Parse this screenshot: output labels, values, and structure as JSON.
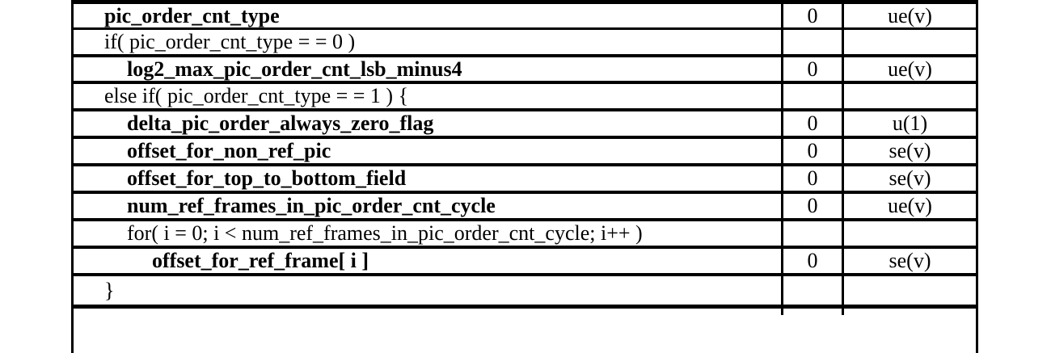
{
  "table": {
    "rows": [
      {
        "syntax": "pic_order_cnt_type",
        "style": "bold",
        "level": 1,
        "c": "0",
        "descriptor": "ue(v)"
      },
      {
        "syntax": "if( pic_order_cnt_type  = =  0 )",
        "style": "plain",
        "level": 1,
        "c": "",
        "descriptor": ""
      },
      {
        "syntax": "log2_max_pic_order_cnt_lsb_minus4",
        "style": "bold",
        "level": 2,
        "c": "0",
        "descriptor": "ue(v)"
      },
      {
        "syntax": "else if( pic_order_cnt_type  = =  1 ) {",
        "style": "plain",
        "level": 1,
        "c": "",
        "descriptor": ""
      },
      {
        "syntax": "delta_pic_order_always_zero_flag",
        "style": "bold",
        "level": 2,
        "c": "0",
        "descriptor": "u(1)"
      },
      {
        "syntax": "offset_for_non_ref_pic",
        "style": "bold",
        "level": 2,
        "c": "0",
        "descriptor": "se(v)"
      },
      {
        "syntax": "offset_for_top_to_bottom_field",
        "style": "bold",
        "level": 2,
        "c": "0",
        "descriptor": "se(v)"
      },
      {
        "syntax": "num_ref_frames_in_pic_order_cnt_cycle",
        "style": "bold",
        "level": 2,
        "c": "0",
        "descriptor": "ue(v)"
      },
      {
        "syntax": "for( i = 0; i < num_ref_frames_in_pic_order_cnt_cycle; i++ )",
        "style": "plain",
        "level": 2,
        "c": "",
        "descriptor": ""
      },
      {
        "syntax": "offset_for_ref_frame[ i ]",
        "style": "bold",
        "level": 3,
        "c": "0",
        "descriptor": "se(v)"
      },
      {
        "syntax": "}",
        "style": "plain",
        "level": 1,
        "c": "",
        "descriptor": ""
      }
    ]
  },
  "colors": {
    "text": "#000000",
    "border": "#000000",
    "background": "#ffffff"
  }
}
